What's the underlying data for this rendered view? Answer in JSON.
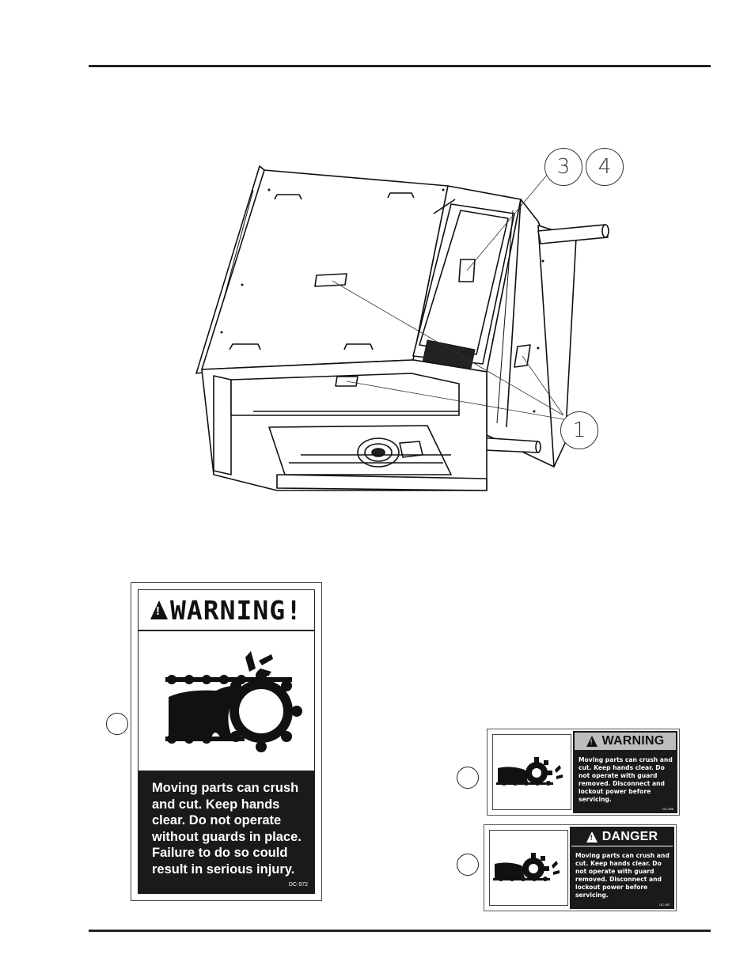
{
  "drawing": {
    "callouts": [
      "3",
      "4",
      "1"
    ],
    "leader_color": "#333333"
  },
  "label_large": {
    "header": "WARNING!",
    "message": "Moving parts can crush\nand cut. Keep hands\nclear. Do not operate\nwithout guards in place.\nFailure to do so could\nresult in serious injury.",
    "code": "DC-972",
    "icon": "hand-chain-sprocket-icon"
  },
  "label_warning": {
    "header": "WARNING",
    "message": "Moving parts can crush and\ncut. Keep hands clear. Do\nnot operate with guard\nremoved. Disconnect and\nlockout power before\nservicing.",
    "code": "DC-996",
    "icon": "hand-sprocket-icon"
  },
  "label_danger": {
    "header": "DANGER",
    "message": "Moving parts can crush and\ncut. Keep hands clear. Do\nnot operate with guard\nremoved. Disconnect and\nlockout power before\nservicing.",
    "code": "DC-997",
    "icon": "hand-sprocket-icon"
  }
}
